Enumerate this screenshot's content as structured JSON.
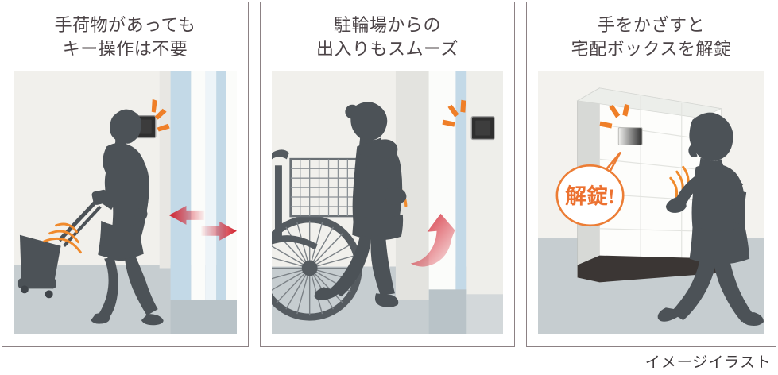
{
  "figure": {
    "caption": "イメージイラスト",
    "panel_count": 3
  },
  "panels": [
    {
      "id": "panel-1",
      "title": "手荷物があっても\nキー操作は不要",
      "title_line1": "手荷物があっても",
      "title_line2": "キー操作は不要",
      "scene_description": "手荷物（スーツケース）を引いた女性がオートロックのセンサーに近づくイラスト",
      "elements": {
        "person": "woman-with-suitcase-silhouette",
        "device": "wall-card-reader",
        "flash": "orange-flash-burst",
        "door": "glass-sliding-door",
        "arrows": "red-double-arrow-opening"
      }
    },
    {
      "id": "panel-2",
      "title": "駐輪場からの\n出入りもスムーズ",
      "title_line1": "駐輪場からの",
      "title_line2": "出入りもスムーズ",
      "scene_description": "駐輪場から自転車を降りた人物がセンサーにかざして入館するイラスト",
      "elements": {
        "person": "person-walking-silhouette",
        "bicycle": "bicycle-with-basket",
        "device": "wall-card-reader",
        "flash": "orange-flash-burst",
        "waves": "orange-signal-waves",
        "arrow": "red-curved-arrow"
      }
    },
    {
      "id": "panel-3",
      "title": "手をかざすと\n宅配ボックスを解錠",
      "title_line1": "手をかざすと",
      "title_line2": "宅配ボックスを解錠",
      "scene_description": "女性が宅配ボックスのセンサーに手をかざして解錠するイラスト",
      "bubble_text": "解錠!",
      "elements": {
        "person": "woman-with-handbag-silhouette",
        "locker": "delivery-box-locker",
        "device": "locker-reader-panel",
        "flash": "orange-flash-burst",
        "waves": "orange-signal-waves",
        "bubble": "unlock-speech-bubble"
      }
    }
  ],
  "colors": {
    "panel_border": "#8c8184",
    "title_text": "#4b4346",
    "caption_text": "#3f3a3c",
    "silhouette": "#4c5257",
    "silhouette_light": "#6d7479",
    "wall": "#f1f0ec",
    "wall_shadow": "#e2e2de",
    "floor": "#c6cdd0",
    "glass_blue": "#c3d9e7",
    "glass_white": "#fbfcfa",
    "accent_orange": "#ef7f28",
    "accent_red": "#d8202f",
    "reader_dark": "#2f2f2f",
    "locker_white": "#fdfdfb",
    "locker_side": "#d7d9d6",
    "locker_base": "#3b3634"
  }
}
